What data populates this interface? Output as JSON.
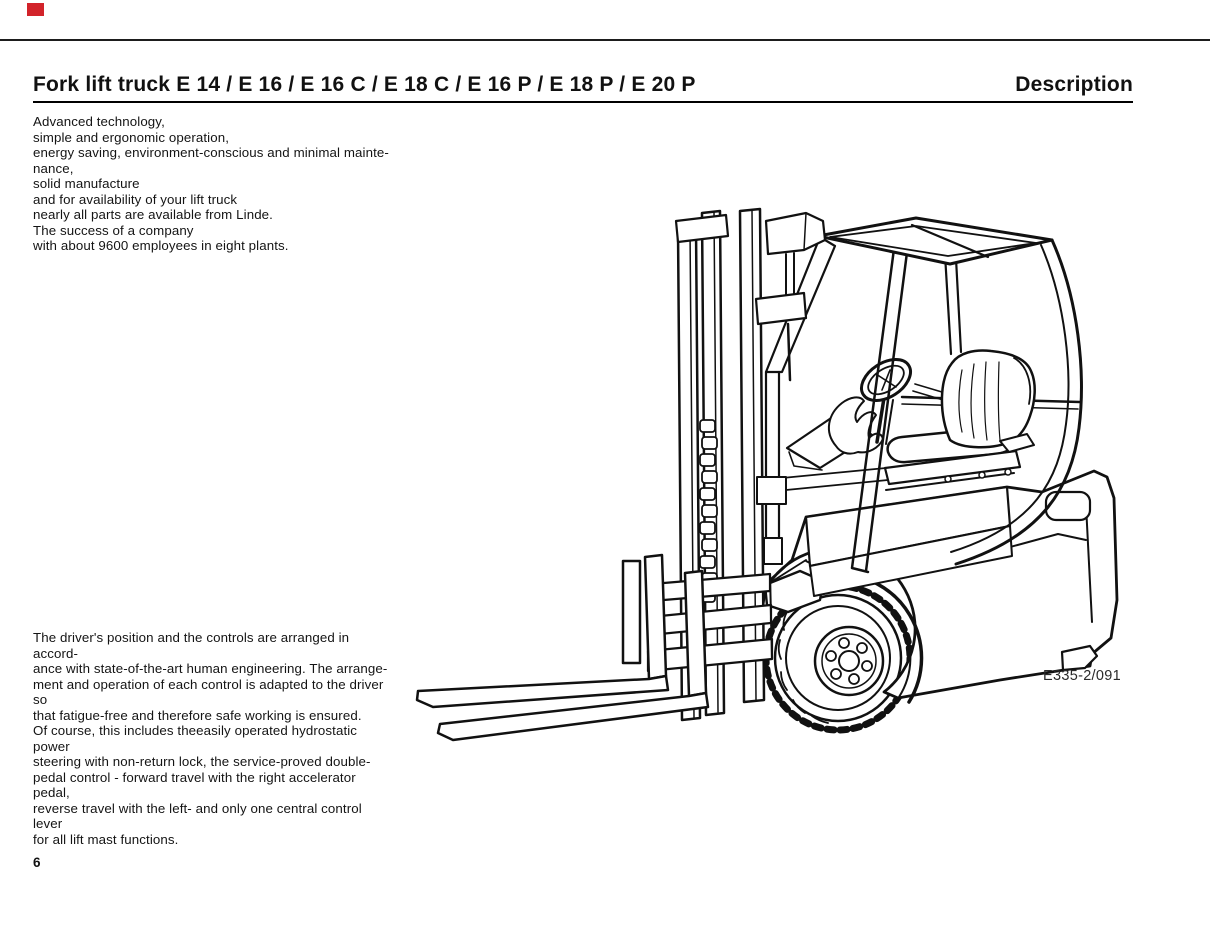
{
  "page": {
    "accent_color": "#d2232a",
    "header": {
      "title": "Fork lift truck E 14 / E 16 / E 16 C / E 18 C / E 16 P / E 18 P / E 20 P",
      "section": "Description"
    },
    "intro": "Advanced technology,\nsimple and ergonomic operation,\nenergy saving, environment-conscious and minimal mainte-\nnance,\nsolid manufacture\nand for availability of your lift truck\nnearly all parts are available from Linde.\nThe success of a company\nwith about 9600 employees in eight plants.",
    "body": "The driver's position and the controls are arranged in accord-\nance with state-of-the-art human engineering. The arrange-\nment and operation of each control is adapted to the driver so\nthat fatigue-free and therefore safe working is ensured.\nOf course, this includes theeasily operated hydrostatic power\nsteering with non-return lock, the service-proved double-\npedal control - forward travel with the right accelerator pedal,\nreverse travel with the left- and only one central control lever\nfor all lift mast functions.",
    "figure_label": "E335-2/091",
    "page_number": "6"
  }
}
